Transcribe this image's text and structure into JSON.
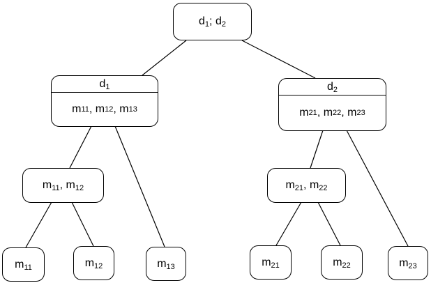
{
  "tree": {
    "root": {
      "label": "d1; d2"
    },
    "branch_1": {
      "header": "d1",
      "body": "m11, m12, m13"
    },
    "branch_2": {
      "header": "d2",
      "body": "m21, m22, m23"
    },
    "node_m11_m12": {
      "label": "m11, m12"
    },
    "node_m21_m22": {
      "label": "m21, m22"
    },
    "leaves": [
      "m11",
      "m12",
      "m13",
      "m21",
      "m22",
      "m23"
    ]
  }
}
